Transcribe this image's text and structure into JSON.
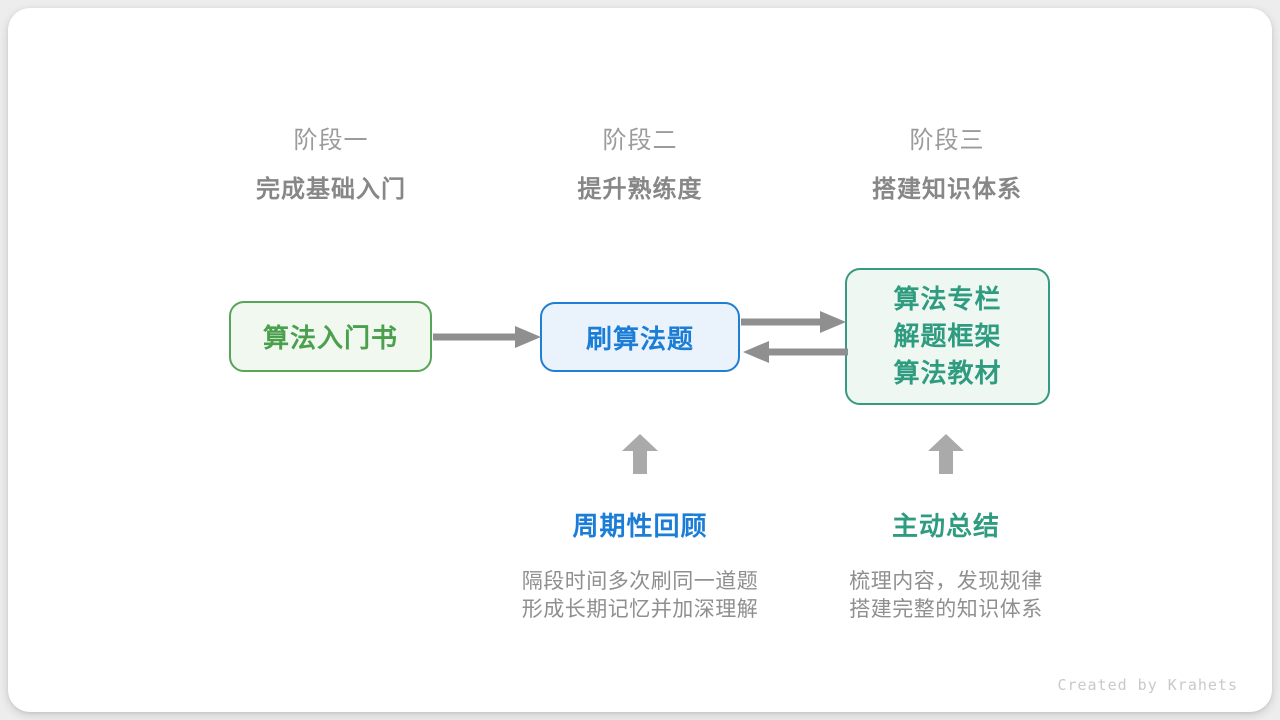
{
  "page": {
    "background": "#ededed",
    "card_background": "#ffffff"
  },
  "stages": [
    {
      "label": "阶段一",
      "subtitle": "完成基础入门"
    },
    {
      "label": "阶段二",
      "subtitle": "提升熟练度"
    },
    {
      "label": "阶段三",
      "subtitle": "搭建知识体系"
    }
  ],
  "nodes": [
    {
      "title": "算法入门书",
      "text_color": "#4ba04e",
      "border_color": "#57a45a",
      "background": "#f1f8ef"
    },
    {
      "title": "刷算法题",
      "text_color": "#1b7dd6",
      "border_color": "#1e7fd6",
      "background": "#eaf3fc"
    },
    {
      "lines": [
        "算法专栏",
        "解题框架",
        "算法教材"
      ],
      "text_color": "#2f9c80",
      "border_color": "#37997f",
      "background": "#eff7f3"
    }
  ],
  "connectors": {
    "horizontal_arrow_color": "#8f8f8f",
    "up_arrow_color": "#aaaaaa",
    "flow": [
      {
        "from": "算法入门书",
        "to": "刷算法题",
        "direction": "right"
      },
      {
        "from": "刷算法题",
        "to": "算法专栏/解题框架/算法教材",
        "direction": "right"
      },
      {
        "from": "算法专栏/解题框架/算法教材",
        "to": "刷算法题",
        "direction": "left"
      }
    ]
  },
  "annotations": [
    {
      "label": "周期性回顾",
      "label_color": "#1b7dd6",
      "desc_line1": "隔段时间多次刷同一道题",
      "desc_line2": "形成长期记忆并加深理解"
    },
    {
      "label": "主动总结",
      "label_color": "#2f9c80",
      "desc_line1": "梳理内容，发现规律",
      "desc_line2": "搭建完整的知识体系"
    }
  ],
  "footer": {
    "credit": "Created by Krahets"
  }
}
